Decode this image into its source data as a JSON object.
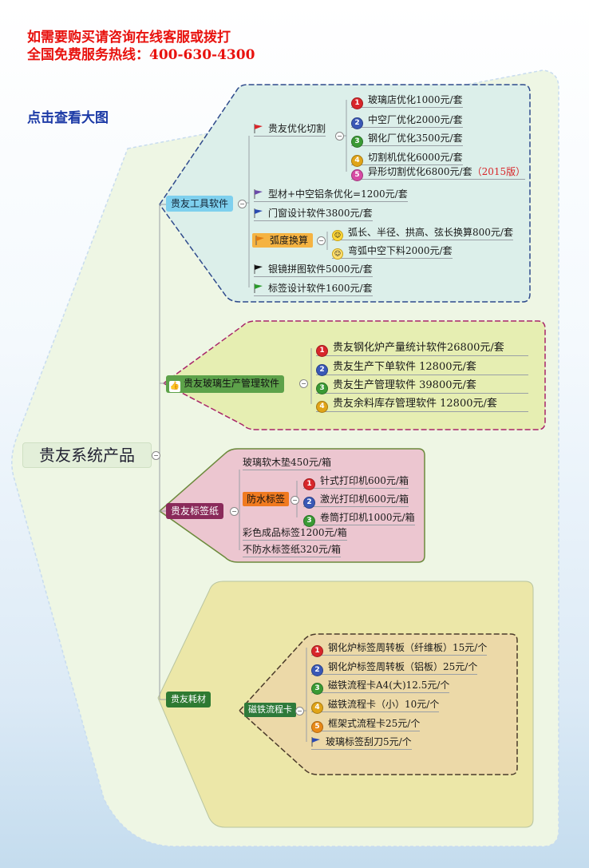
{
  "header": {
    "line1": "如需要购买请咨询在线客服或拨打",
    "line2": "全国免费服务热线：400-630-4300",
    "view_large": "点击查看大图"
  },
  "root": "贵友系统产品",
  "branches": {
    "tools": {
      "label": "贵友工具软件",
      "cutting": {
        "label": "贵友优化切割",
        "items": [
          "玻璃店优化1000元/套",
          "中空厂优化2000元/套",
          "钢化厂优化3500元/套",
          "切割机优化6000元/套",
          "异形切割优化6800元/套"
        ],
        "note": "（2015版）"
      },
      "profile": "型材+中空铝条优化=1200元/套",
      "door": "门窗设计软件3800元/套",
      "arc": {
        "label": "弧度换算",
        "items": [
          "弧长、半径、拱高、弦长换算800元/套",
          "弯弧中空下料2000元/套"
        ]
      },
      "mirror": "银镜拼图软件5000元/套",
      "tag": "标签设计软件1600元/套"
    },
    "prod": {
      "label": "贵友玻璃生产管理软件",
      "items": [
        "贵友钢化炉产量统计软件26800元/套",
        "贵友生产下单软件 12800元/套",
        "贵友生产管理软件 39800元/套",
        "贵友余料库存管理软件 12800元/套"
      ]
    },
    "label": {
      "label": "贵友标签纸",
      "pad": "玻璃软木垫450元/箱",
      "water": {
        "label": "防水标签",
        "items": [
          "针式打印机600元/箱",
          "激光打印机600元/箱",
          "卷筒打印机1000元/箱"
        ]
      },
      "color": "彩色成品标签1200元/箱",
      "nonwater": "不防水标签纸320元/箱"
    },
    "consumable": {
      "label": "贵友耗材",
      "card": {
        "label": "磁铁流程卡",
        "items": [
          "钢化炉标签周转板（纤维板）15元/个",
          "钢化炉标签周转板（铝板）25元/个",
          "磁铁流程卡A4(大)12.5元/个",
          "磁铁流程卡（小）10元/个",
          "框架式流程卡25元/个",
          "玻璃标签刮刀5元/个"
        ]
      }
    }
  },
  "fold_symbol": "−",
  "colors": {
    "hotline": "#e8120e",
    "link": "#1c3aa6",
    "tools_bg": "#dcefea",
    "prod_bg": "#e6eeb2",
    "label_bg": "#ecc6d0",
    "consumable_bg": "#ece7a8"
  }
}
